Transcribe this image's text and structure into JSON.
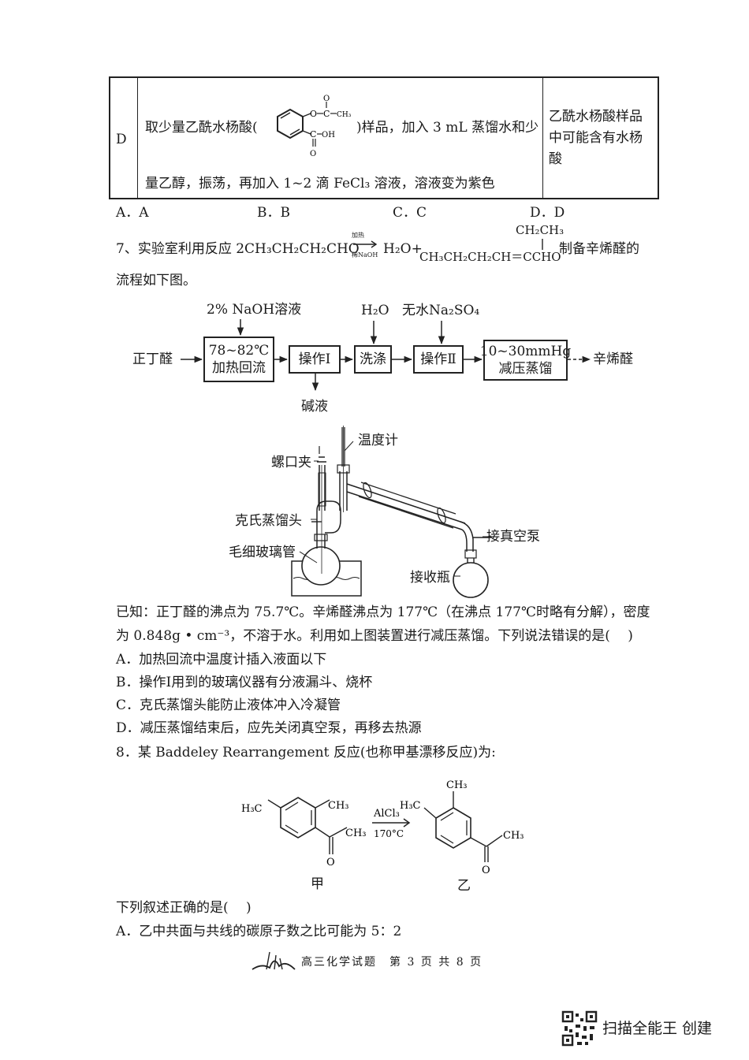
{
  "table_row": {
    "letter": "D",
    "desc_1a": "取少量乙酰水杨酸(",
    "desc_1b": ")样品，加入 3 mL 蒸馏水和少",
    "desc_2": "量乙醇，振荡，再加入 1~2 滴 FeCl₃ 溶液，溶液变为紫色",
    "conclusion": [
      "乙酰水杨酸样品",
      "中可能含有水杨",
      "酸"
    ]
  },
  "q6_options": [
    "A．A",
    "B．B",
    "C．C",
    "D．D"
  ],
  "q7": {
    "stem_1": "7、实验室利用反应 2CH₃CH₂CH₂CHO",
    "arrow_top": "加热",
    "arrow_bottom": "稀NaOH",
    "product_1": "H₂O+",
    "product_chain": "CH₃CH₂CH₂CH＝CCHO",
    "product_branch": "CH₂CH₃",
    "stem_1_end": "制备辛烯醛的",
    "stem_2": "流程如下图。"
  },
  "flow": {
    "start": "正丁醛",
    "reagent1": "2% NaOH溶液",
    "step1_line1": "78~82℃",
    "step1_line2": "加热回流",
    "step2": "操作Ⅰ",
    "waste": "碱液",
    "reagent2": "H₂O",
    "step3": "洗涤",
    "reagent3": "无水Na₂SO₄",
    "step4": "操作Ⅱ",
    "step5_line1": "10~30mmHg",
    "step5_line2": "减压蒸馏",
    "end": "辛烯醛"
  },
  "apparatus": {
    "thermometer": "温度计",
    "screw_clamp": "螺口夹",
    "claisen_head": "克氏蒸馏头",
    "capillary": "毛细玻璃管",
    "vacuum_pump": "接真空泵",
    "receiver": "接收瓶"
  },
  "q7_text": {
    "known_1": "已知：正丁醛的沸点为 75.7℃。辛烯醛沸点为 177℃（在沸点 177℃时略有分解），密度",
    "known_2": "为 0.848g • cm⁻³，不溶于水。利用如上图装置进行减压蒸馏。下列说法错误的是(　 )",
    "options": [
      "A．加热回流中温度计插入液面以下",
      "B．操作Ⅰ用到的玻璃仪器有分液漏斗、烧杯",
      "C．克氏蒸馏头能防止液体冲入冷凝管",
      "D．减压蒸馏结束后，应先关闭真空泵，再移去热源"
    ]
  },
  "q8": {
    "stem": "8．某 Baddeley Rearrangement 反应(也称甲基漂移反应)为:",
    "reagent_top": "AlCl₃",
    "reagent_bottom": "170°C",
    "label_jia": "甲",
    "label_yi": "乙",
    "question": "下列叙述正确的是(　 )",
    "option_a": "A．乙中共面与共线的碳原子数之比可能为 5：2",
    "jia_h3c": "H₃C",
    "jia_ch3": "CH₃",
    "jia_ch3b": "CH₃",
    "jia_o": "O",
    "yi_ch3_top": "CH₃",
    "yi_h3c": "H₃C",
    "yi_ch3": "CH₃",
    "yi_o": "O"
  },
  "footer": "高三化学试题　第 3 页 共 8 页",
  "watermark": "扫描全能王 创建"
}
